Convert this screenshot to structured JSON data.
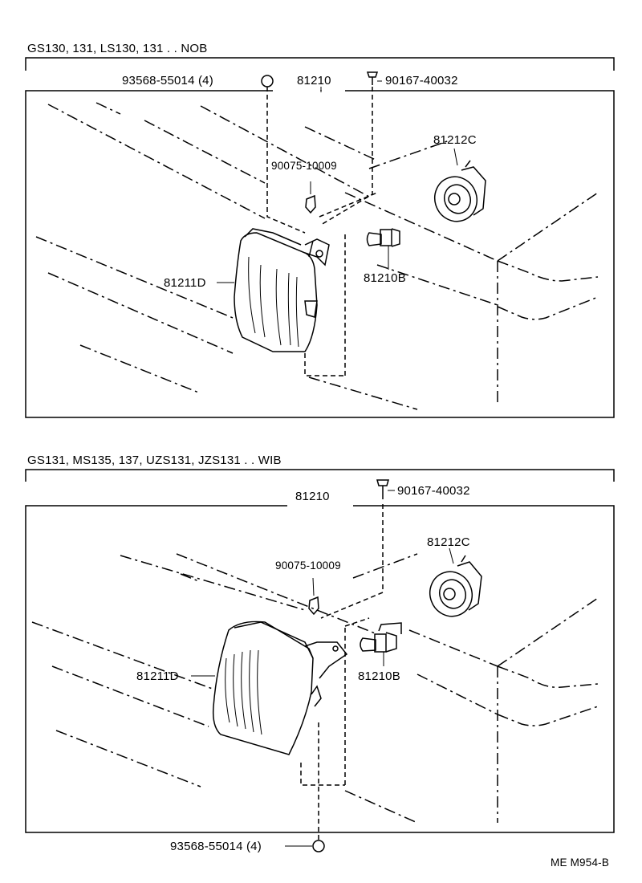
{
  "sections": [
    {
      "title": "GS130, 131,  LS130, 131 . .  NOB",
      "parts": {
        "main": "81210",
        "lens": "81211D",
        "socket": "81212C",
        "bulb": "81210B",
        "clip": "90075-10009",
        "screw": "90167-40032",
        "nut": "93568-55014 (4)"
      }
    },
    {
      "title": "GS131, MS135, 137, UZS131, JZS131 . .  WIB",
      "parts": {
        "main": "81210",
        "lens": "81211D",
        "socket": "81212C",
        "bulb": "81210B",
        "clip": "90075-10009",
        "screw": "90167-40032",
        "nut": "93568-55014 (4)"
      }
    }
  ],
  "footer": "ME  M954-B"
}
